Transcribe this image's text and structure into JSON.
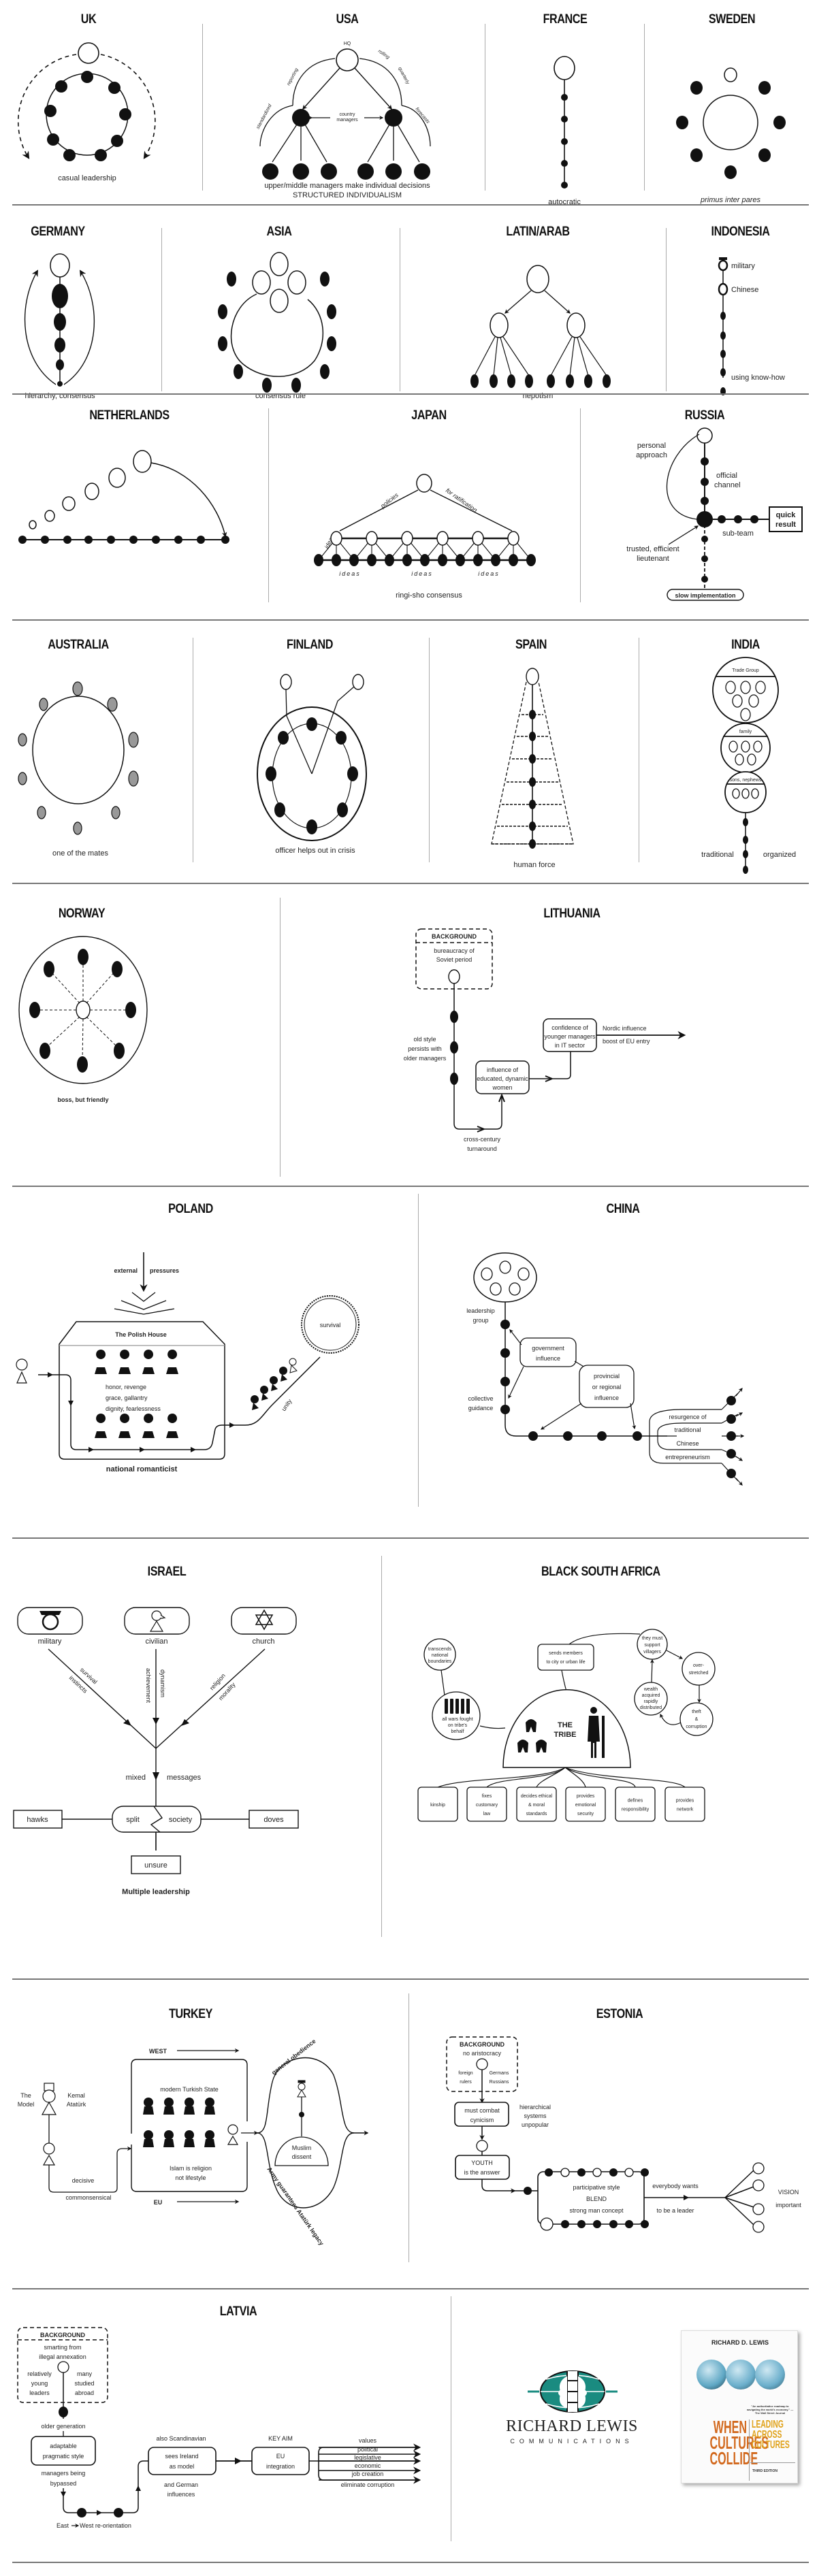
{
  "uk": {
    "title": "UK",
    "caption": "casual leadership"
  },
  "usa": {
    "title": "USA",
    "hq": "HQ",
    "reporting": "reporting",
    "standardized": "standardized",
    "rolling": "rolling",
    "quarterly": "quarterly",
    "forecasts": "forecasts",
    "country_managers_1": "country",
    "country_managers_2": "managers",
    "caption": "upper/middle managers make individual decisions",
    "subcaption": "STRUCTURED INDIVIDUALISM"
  },
  "france": {
    "title": "FRANCE",
    "caption": "autocratic"
  },
  "sweden": {
    "title": "SWEDEN",
    "caption": "primus inter pares"
  },
  "germany": {
    "title": "GERMANY",
    "caption": "hierarchy, consensus"
  },
  "asia": {
    "title": "ASIA",
    "caption": "consensus rule"
  },
  "latin_arab": {
    "title": "LATIN/ARAB",
    "caption": "nepotism"
  },
  "indonesia": {
    "title": "INDONESIA",
    "military": "military",
    "chinese": "Chinese",
    "caption": "using know-how"
  },
  "netherlands": {
    "title": "NETHERLANDS"
  },
  "japan": {
    "title": "JAPAN",
    "policies": "policies",
    "ratification": "for ratification",
    "ideas": "ideas",
    "caption": "ringi-sho consensus"
  },
  "russia": {
    "title": "RUSSIA",
    "personal_1": "personal",
    "personal_2": "approach",
    "official_1": "official",
    "official_2": "channel",
    "quick_1": "quick",
    "quick_2": "result",
    "subteam": "sub-team",
    "lieutenant_1": "trusted, efficient",
    "lieutenant_2": "lieutenant",
    "slow": "slow implementation"
  },
  "australia": {
    "title": "AUSTRALIA",
    "caption": "one of the mates"
  },
  "finland": {
    "title": "FINLAND",
    "caption": "officer helps out in crisis"
  },
  "spain": {
    "title": "SPAIN",
    "caption": "human force"
  },
  "india": {
    "title": "INDIA",
    "trade_group": "Trade Group",
    "family": "family",
    "sons": "sons, nephews",
    "traditional": "traditional",
    "organized": "organized"
  },
  "norway": {
    "title": "NORWAY",
    "caption": "boss, but friendly"
  },
  "lithuania": {
    "title": "LITHUANIA",
    "background": "BACKGROUND",
    "bg_1": "bureaucracy of",
    "bg_2": "Soviet period",
    "old_1": "old style",
    "old_2": "persists with",
    "old_3": "older managers",
    "cross_1": "cross-century",
    "cross_2": "turnaround",
    "women_1": "influence of",
    "women_2": "educated, dynamic",
    "women_3": "women",
    "young_1": "confidence of",
    "young_2": "younger managers",
    "young_3": "in IT sector",
    "nordic_1": "Nordic influence",
    "nordic_2": "boost of EU entry"
  },
  "poland": {
    "title": "POLAND",
    "external": "external",
    "pressures": "pressures",
    "house": "The Polish House",
    "v1": "honor, revenge",
    "v2": "grace, gallantry",
    "v3": "dignity, fearlessness",
    "survival": "survival",
    "unity": "unity",
    "caption": "national romanticist"
  },
  "china": {
    "title": "CHINA",
    "lg_1": "leadership",
    "lg_2": "group",
    "gov_1": "government",
    "gov_2": "influence",
    "prov_1": "provincial",
    "prov_2": "or regional",
    "prov_3": "influence",
    "cg_1": "collective",
    "cg_2": "guidance",
    "r1": "resurgence of",
    "r2": "traditional",
    "r3": "Chinese",
    "r4": "entrepreneurism"
  },
  "israel": {
    "title": "ISRAEL",
    "military": "military",
    "civilian": "civilian",
    "church": "church",
    "survival": "survival",
    "instincts": "instincts",
    "achievement": "achievement",
    "dynamism": "dynamism",
    "religion": "religion",
    "morality": "morality",
    "mixed": "mixed",
    "messages": "messages",
    "hawks": "hawks",
    "split": "split",
    "society": "society",
    "doves": "doves",
    "unsure": "unsure",
    "caption": "Multiple leadership"
  },
  "bsa": {
    "title": "BLACK SOUTH AFRICA",
    "transcends_1": "transcends",
    "transcends_2": "national",
    "transcends_3": "boundaries",
    "wars_1": "all wars fought",
    "wars_2": "on tribe's",
    "wars_3": "behalf",
    "sends_1": "sends members",
    "sends_2": "to city or urban life",
    "tribe_1": "THE",
    "tribe_2": "TRIBE",
    "must_1": "they must",
    "must_2": "support",
    "must_3": "villagers",
    "over_1": "over-",
    "over_2": "stretched",
    "theft_1": "theft",
    "theft_2": "&",
    "theft_3": "corruption",
    "wealth_1": "wealth",
    "wealth_2": "acquired",
    "wealth_3": "rapidly",
    "wealth_4": "distributed",
    "boxes": [
      [
        "kinship"
      ],
      [
        "fixes",
        "customary",
        "law"
      ],
      [
        "decides ethical",
        "& moral",
        "standards"
      ],
      [
        "provides",
        "emotional",
        "security"
      ],
      [
        "defines",
        "responsibility"
      ],
      [
        "provides",
        "network"
      ]
    ]
  },
  "turkey": {
    "title": "TURKEY",
    "model_1": "The",
    "model_2": "Model",
    "kemal_1": "Kemal",
    "kemal_2": "Atatürk",
    "decisive": "decisive",
    "common": "commonsensical",
    "west": "WEST",
    "eu": "EU",
    "state": "modern Turkish State",
    "islam_1": "Islam is religion",
    "islam_2": "not lifestyle",
    "obedience": "general obedience",
    "army": "Army guarantees Atatürk legacy",
    "muslim_1": "Muslim",
    "muslim_2": "dissent"
  },
  "estonia": {
    "title": "ESTONIA",
    "background": "BACKGROUND",
    "aristocracy": "no aristocracy",
    "foreign_1": "foreign",
    "foreign_2": "rulers",
    "germans": "Germans",
    "russians": "Russians",
    "combat_1": "must combat",
    "combat_2": "cynicism",
    "hier_1": "hierarchical",
    "hier_2": "systems",
    "hier_3": "unpopular",
    "youth_1": "YOUTH",
    "youth_2": "is the answer",
    "part": "participative style",
    "blend": "BLEND",
    "strong": "strong man concept",
    "every_1": "everybody wants",
    "every_2": "to be a leader",
    "vision_1": "VISION",
    "vision_2": "important"
  },
  "latvia": {
    "title": "LATVIA",
    "background": "BACKGROUND",
    "bg_1": "smarting from",
    "bg_2": "illegal annexation",
    "rel_1": "relatively",
    "rel_2": "young",
    "rel_3": "leaders",
    "many_1": "many",
    "many_2": "studied",
    "many_3": "abroad",
    "older": "older generation",
    "adapt_1": "adaptable",
    "adapt_2": "pragmatic style",
    "bypass_1": "managers being",
    "bypass_2": "bypassed",
    "eastwest_1": "East",
    "eastwest_2": "West re-orientation",
    "scand": "also Scandinavian",
    "ireland_1": "sees Ireland",
    "ireland_2": "as model",
    "german_1": "and German",
    "german_2": "influences",
    "keyaim": "KEY AIM",
    "eu_1": "EU",
    "eu_2": "integration",
    "outcomes": [
      "values",
      "political",
      "legislative",
      "economic",
      "job creation",
      "eliminate corruption"
    ]
  },
  "branding": {
    "logo_1": "RICHARD LEWIS",
    "logo_2": "COMMUNICATIONS",
    "book_author": "RICHARD D. LEWIS",
    "book_t1": "WHEN",
    "book_t2": "CULTURES",
    "book_t3": "COLLIDE",
    "book_s1": "LEADING",
    "book_s2": "ACROSS",
    "book_s3": "CULTURES",
    "book_ed": "THIRD EDITION",
    "book_quote": "\"An authoritative roadmap to navigating the world's economy.\" —The Wall Street Journal",
    "teal": "#1a8b80",
    "orange": "#d2691e",
    "gold": "#e0a21a"
  }
}
